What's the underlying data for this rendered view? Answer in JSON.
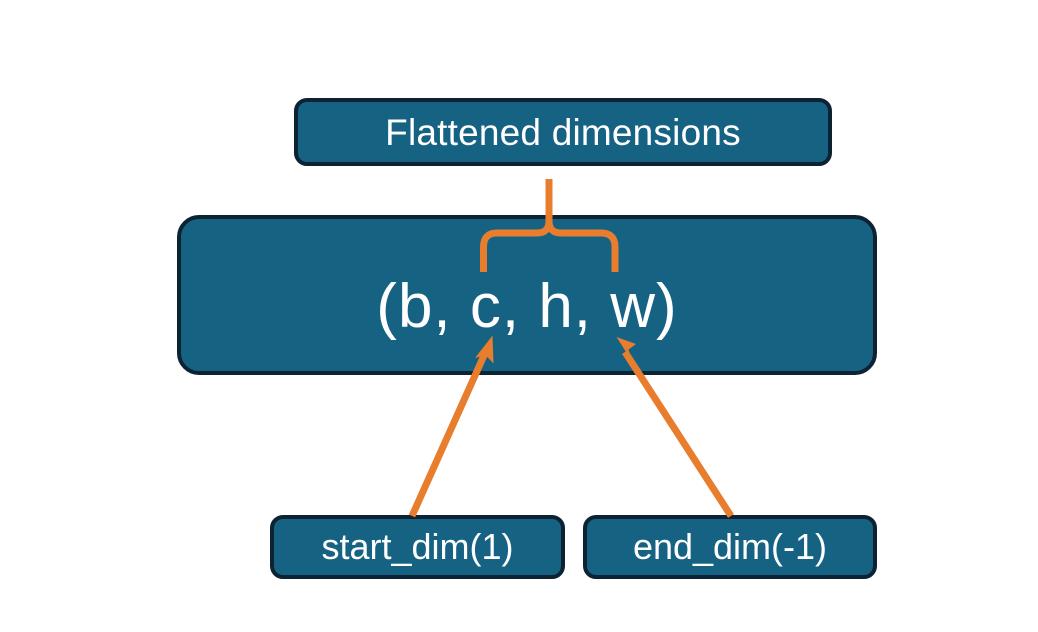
{
  "diagram": {
    "title_node": {
      "label": "Flattened dimensions",
      "name": "flattened-dimensions-box"
    },
    "shape_node": {
      "label": "(b, c, h, w)",
      "name": "tensor-shape-box"
    },
    "param_nodes": [
      {
        "label": "start_dim(1)",
        "name": "start-dim-box"
      },
      {
        "label": "end_dim(-1)",
        "name": "end-dim-box"
      }
    ],
    "connectors": [
      {
        "name": "curly-brace-connector",
        "kind": "brace",
        "from": "tensor-shape-box",
        "to": "flattened-dimensions-box",
        "spans_dims": "c, h, w"
      },
      {
        "name": "start-dim-arrow",
        "kind": "arrow",
        "from": "start-dim-box",
        "to": "tensor-shape-box",
        "points_at": "c"
      },
      {
        "name": "end-dim-arrow",
        "kind": "arrow",
        "from": "end-dim-box",
        "to": "tensor-shape-box",
        "points_at": "w"
      }
    ]
  },
  "colors": {
    "node_fill": "#166283",
    "node_border": "#0d2233",
    "node_text": "#ffffff",
    "accent": "#e87d2e",
    "background": "#ffffff"
  }
}
